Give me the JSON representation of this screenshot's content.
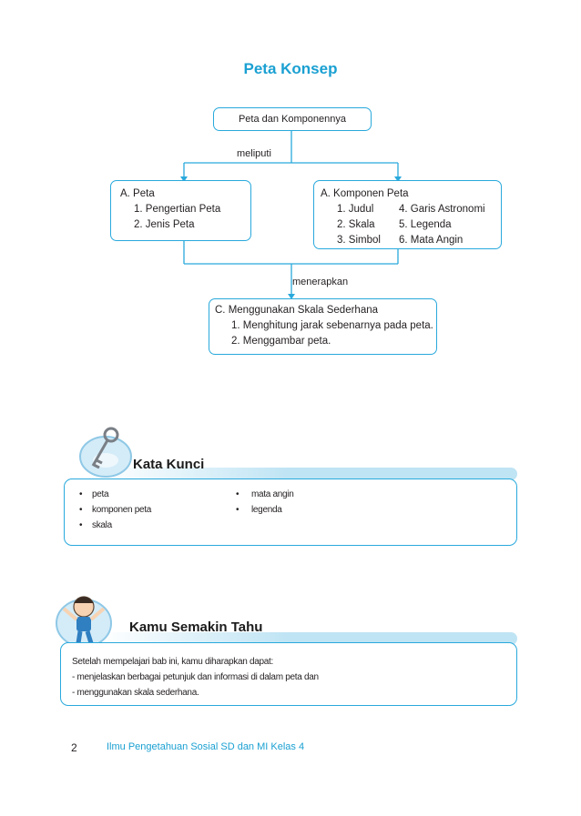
{
  "title": "Peta Konsep",
  "concept_map": {
    "root": "Peta dan Komponennya",
    "link1": "meliputi",
    "box_a": {
      "heading": "A.  Peta",
      "items": [
        "1.  Pengertian Peta",
        "2.  Jenis Peta"
      ]
    },
    "box_b": {
      "heading": "A.  Komponen  Peta",
      "col1": [
        "1.  Judul",
        "2.  Skala",
        "3.  Simbol"
      ],
      "col2": [
        "4.  Garis Astronomi",
        "5.  Legenda",
        "6.  Mata Angin"
      ]
    },
    "link2": "menerapkan",
    "box_c": {
      "heading": "C.  Menggunakan  Skala  Sederhana",
      "items": [
        "1.  Menghitung  jarak sebenarnya pada peta.",
        "2.  Menggambar  peta."
      ]
    }
  },
  "kata_kunci": {
    "title": "Kata  Kunci",
    "col1": [
      "peta",
      "komponen peta",
      "skala"
    ],
    "col2": [
      "mata angin",
      "legenda"
    ]
  },
  "kamu_semakin_tahu": {
    "title": "Kamu  Semakin  Tahu",
    "lines": [
      "Setelah mempelajari bab ini, kamu diharapkan dapat:",
      "-   menjelaskan berbagai petunjuk dan informasi di dalam peta dan",
      "-   menggunakan skala sederhana."
    ]
  },
  "footer": {
    "page_number": "2",
    "book_title": "Ilmu Pengetahuan Sosial SD dan MI Kelas 4"
  },
  "colors": {
    "accent": "#1aa0d2",
    "box_border": "#29a9dc",
    "banner_light": "#bfe4f4"
  }
}
